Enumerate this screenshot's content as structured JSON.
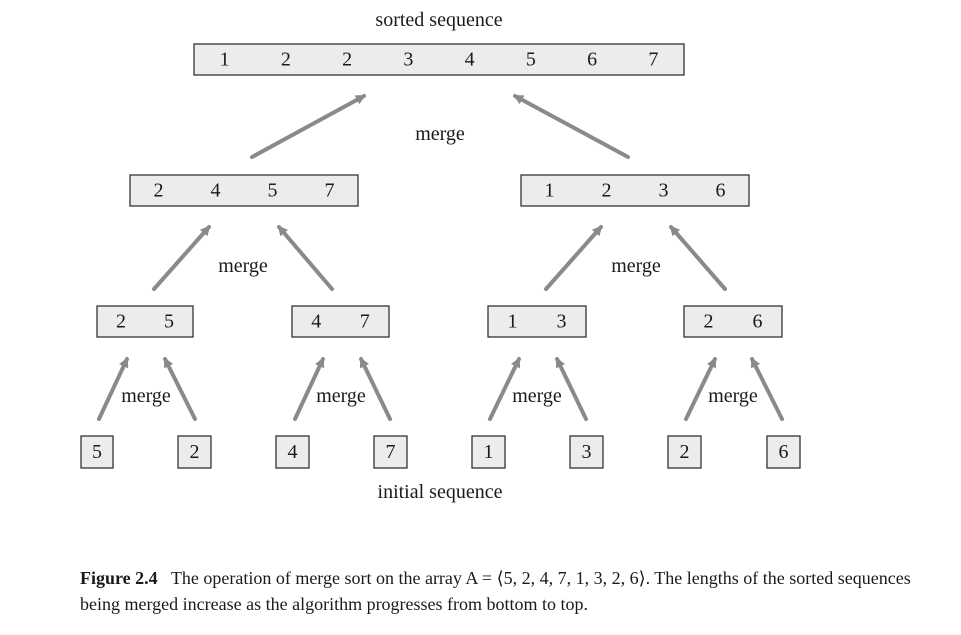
{
  "labels": {
    "top": "sorted sequence",
    "bottom": "initial sequence",
    "merge": "merge"
  },
  "levels": {
    "sorted": [
      [
        1,
        2,
        2,
        3,
        4,
        5,
        6,
        7
      ]
    ],
    "level2": [
      [
        2,
        4,
        5,
        7
      ],
      [
        1,
        2,
        3,
        6
      ]
    ],
    "level1": [
      [
        2,
        5
      ],
      [
        4,
        7
      ],
      [
        1,
        3
      ],
      [
        2,
        6
      ]
    ],
    "initial": [
      [
        5
      ],
      [
        2
      ],
      [
        4
      ],
      [
        7
      ],
      [
        1
      ],
      [
        3
      ],
      [
        2
      ],
      [
        6
      ]
    ]
  },
  "caption": {
    "figure_label": "Figure 2.4",
    "text": "The operation of merge sort on the array A = ⟨5, 2, 4, 7, 1, 3, 2, 6⟩. The lengths of the sorted sequences being merged increase as the algorithm progresses from bottom to top."
  },
  "colors": {
    "box_fill": "#ececec",
    "box_border": "#333333",
    "arrow": "#8a8a8a",
    "text": "#1a1a1a"
  }
}
